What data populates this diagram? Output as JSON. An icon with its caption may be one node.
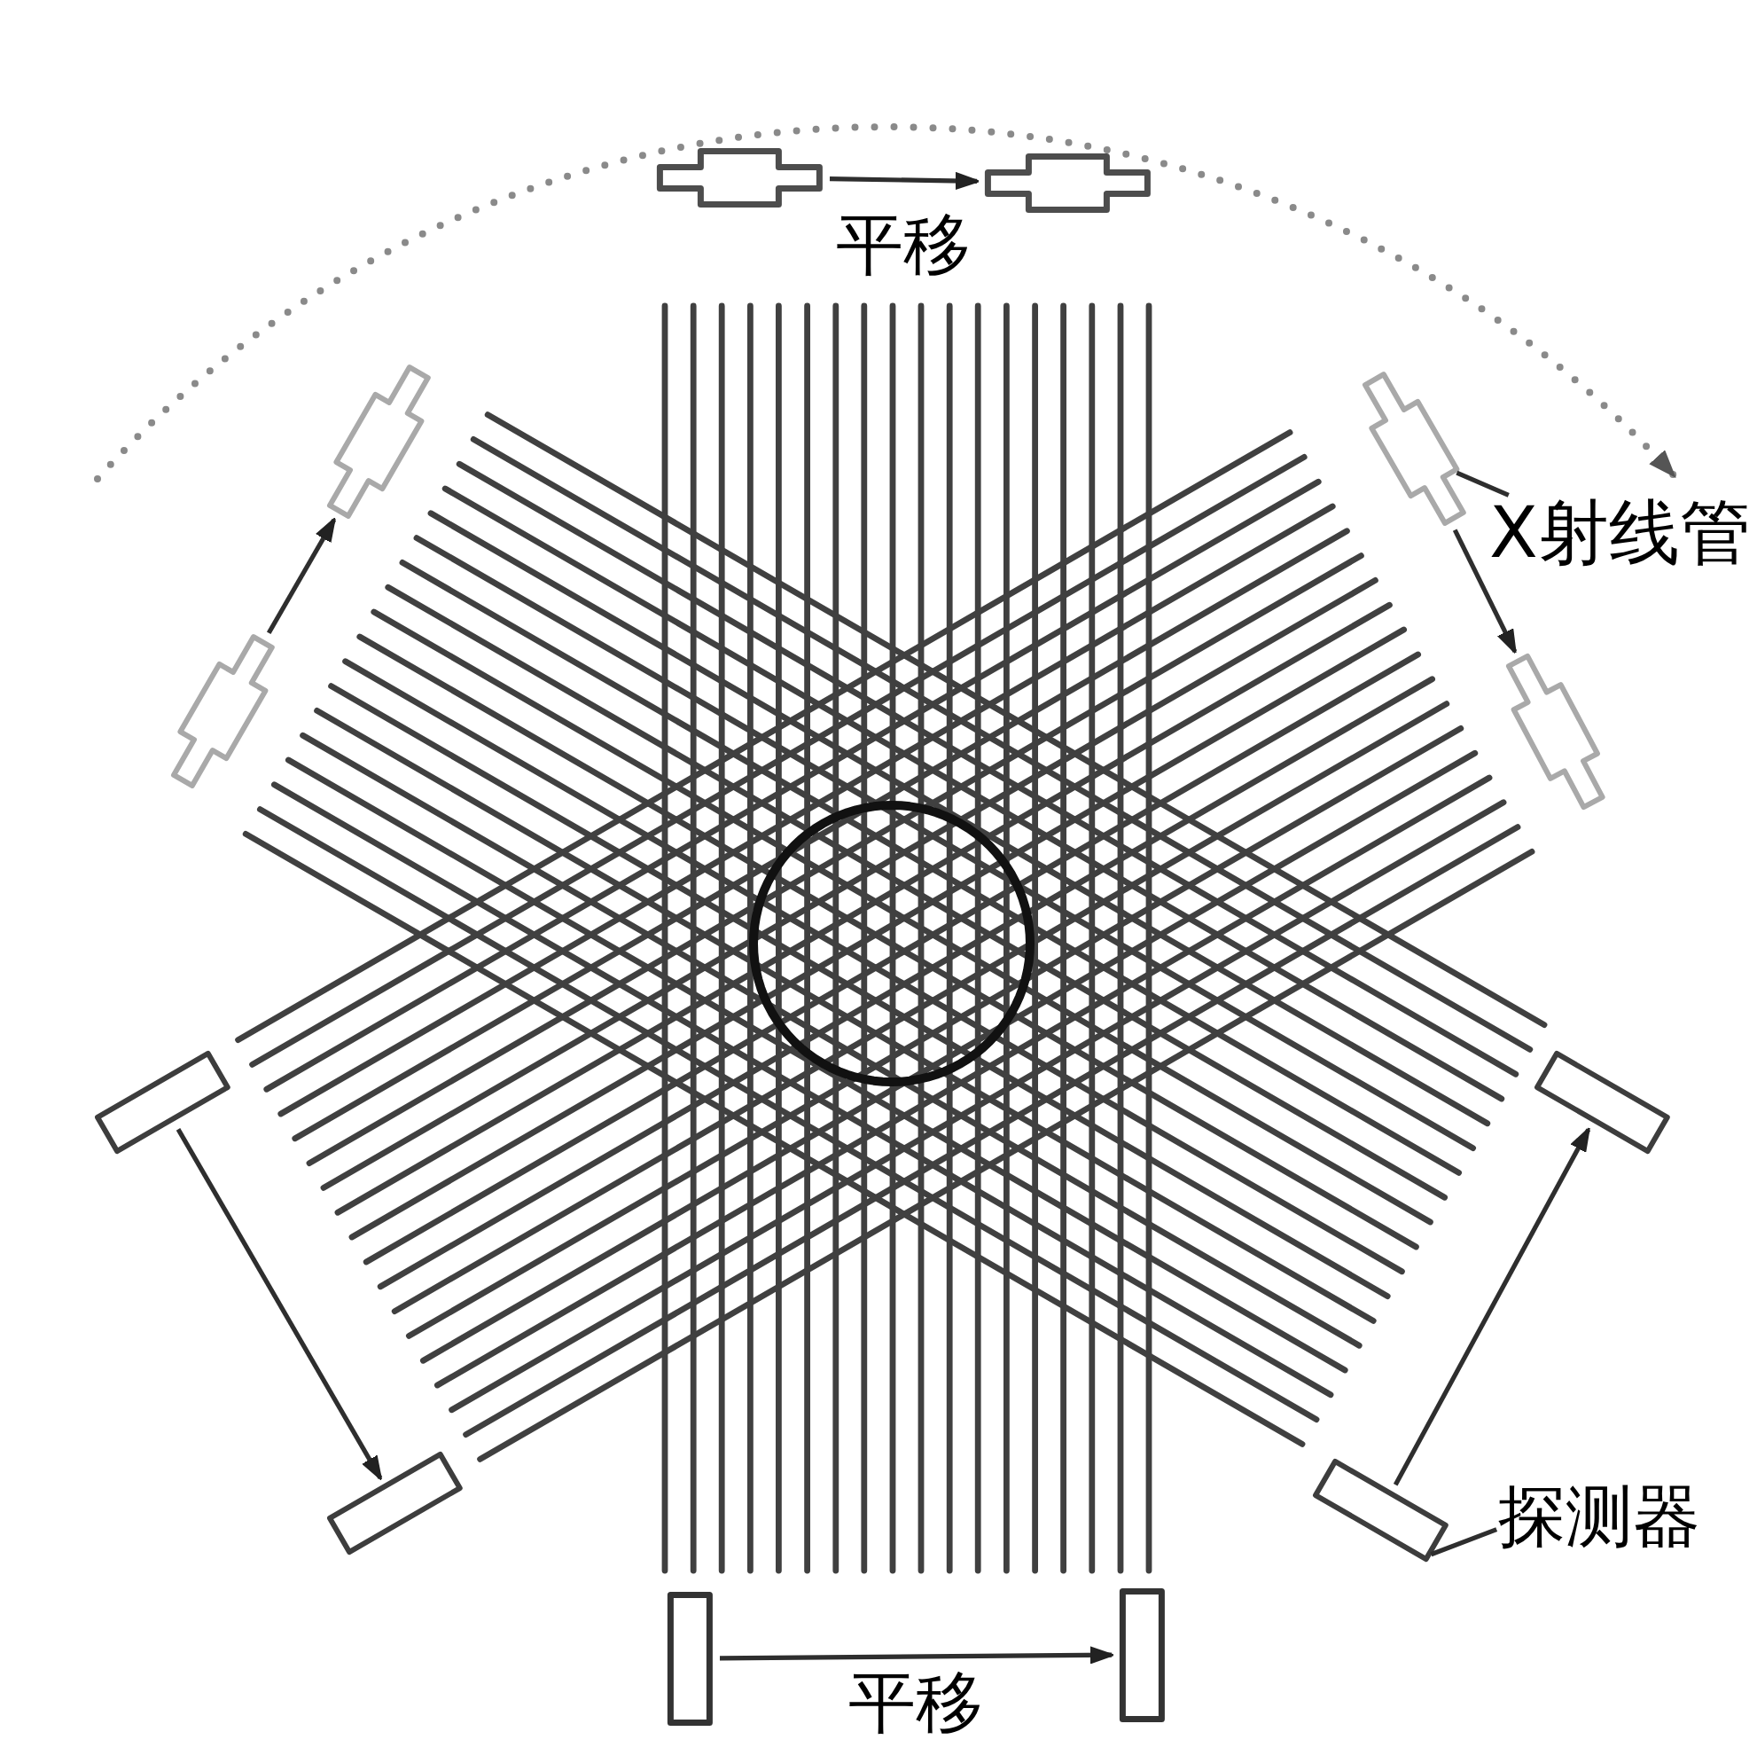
{
  "diagram": {
    "nodes": [
      {
        "text": [],
        "shape": "picture"
      },
      {
        "text": [],
        "shape": "picture"
      },
      {
        "text": [],
        "shape": "picture"
      },
      {
        "text": [],
        "shape": "picture"
      },
      {
        "text": [
          "X射线管"
        ]
      },
      {
        "text": [],
        "shape": "picture"
      },
      {
        "text": [],
        "shape": "picture"
      },
      {
        "text": [],
        "shape": "circle"
      },
      {
        "text": [],
        "shape": "box"
      },
      {
        "text": [],
        "shape": "box"
      },
      {
        "text": [],
        "shape": "box"
      },
      {
        "text": [],
        "shape": "box"
      },
      {
        "text": [
          "探测器"
        ]
      },
      {
        "text": [],
        "shape": "box"
      },
      {
        "text": [],
        "shape": "box"
      }
    ],
    "edges": [
      {
        "from": 0,
        "to": 1,
        "arrow": "to",
        "label": "平移"
      },
      {
        "from": 5,
        "to": 2,
        "arrow": "to"
      },
      {
        "from": 3,
        "to": 6,
        "arrow": "to"
      },
      {
        "from": 4,
        "to": 3,
        "arrow": "none"
      },
      {
        "from": 8,
        "to": 10,
        "arrow": "to"
      },
      {
        "from": 11,
        "to": 9,
        "arrow": "to"
      },
      {
        "from": 12,
        "to": 11,
        "arrow": "none"
      },
      {
        "from": 13,
        "to": 14,
        "arrow": "to",
        "label": "平移"
      }
    ]
  }
}
